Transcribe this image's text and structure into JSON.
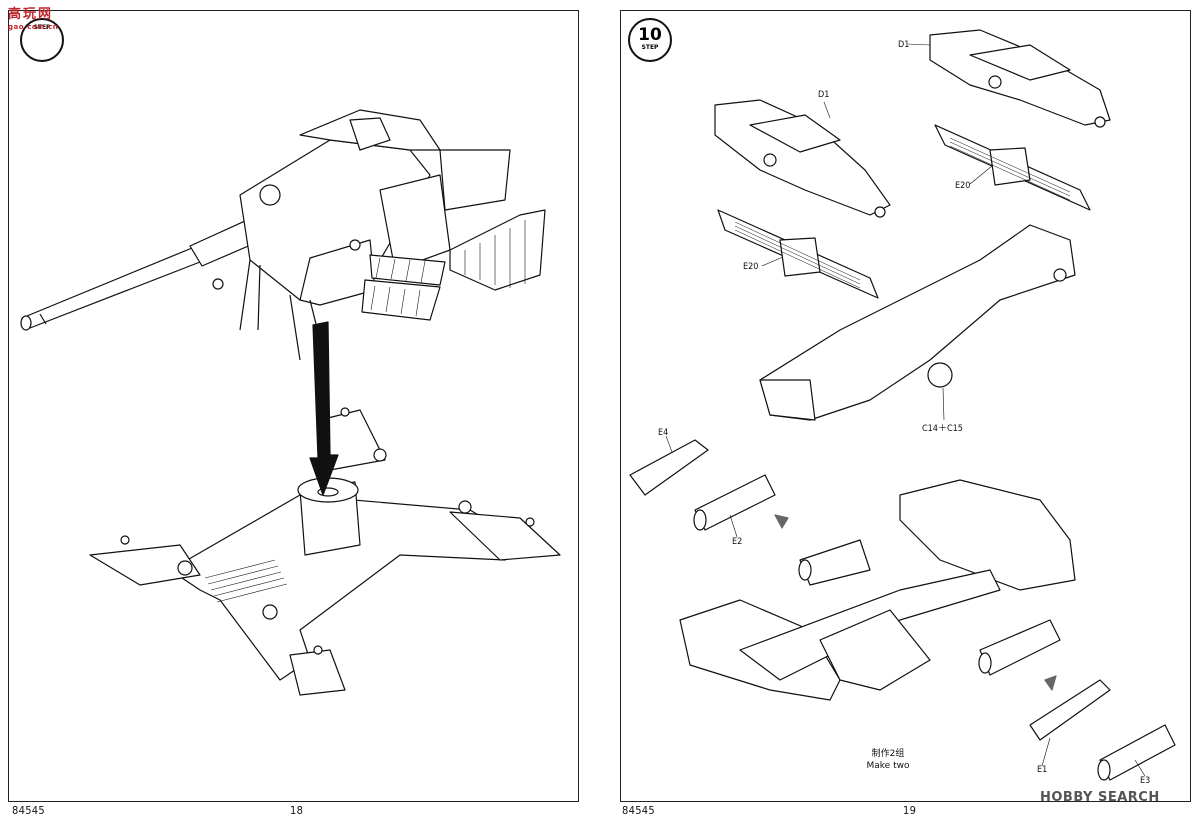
{
  "pages": {
    "left": {
      "catalog": "84545",
      "page_number": "18",
      "step_number": "",
      "step_label": "STEP"
    },
    "right": {
      "catalog": "84545",
      "page_number": "19",
      "step_number": "10",
      "step_label": "STEP",
      "part_labels": {
        "d1_a": "D1",
        "d1_b": "D1",
        "e20_a": "E20",
        "e20_b": "E20",
        "c14_c15": "C14＋C15",
        "e4": "E4",
        "e2": "E2",
        "e1": "E1",
        "e3": "E3"
      },
      "note_cn": "制作2组",
      "note_en": "Make two"
    }
  },
  "watermarks": {
    "top_left_cn": "高玩网",
    "top_left_url": "gao.com.cn",
    "bottom_right": "HOBBY SEARCH"
  },
  "colors": {
    "ink": "#111111",
    "watermark_red": "#c0282d"
  }
}
